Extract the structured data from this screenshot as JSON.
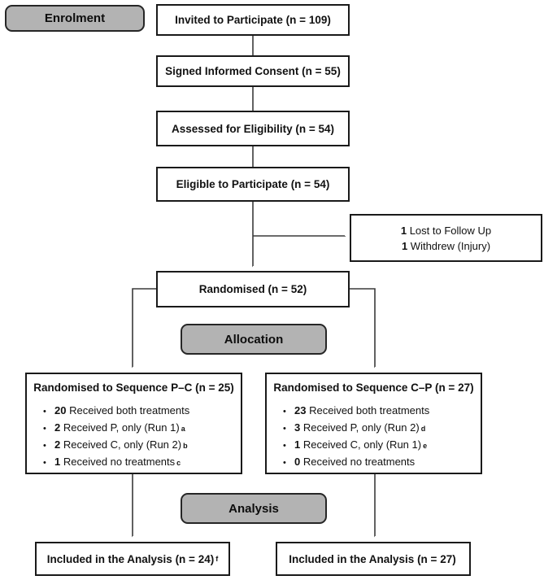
{
  "bullet_char": "•",
  "badges": {
    "enrolment": "Enrolment",
    "allocation": "Allocation",
    "analysis": "Analysis"
  },
  "flow": {
    "invited": "Invited to Participate (n = 109)",
    "consent": "Signed Informed Consent (n = 55)",
    "assessed": "Assessed for Eligibility (n = 54)",
    "eligible": "Eligible to Participate (n = 54)",
    "randomised": "Randomised (n = 52)"
  },
  "exclusions": {
    "lines": [
      {
        "num": "1",
        "text": " Lost to Follow Up"
      },
      {
        "num": "1",
        "text": " Withdrew (Injury)"
      }
    ]
  },
  "alloc_left": {
    "title": "Randomised to Sequence P–C (n = 25)",
    "bullets": [
      {
        "num": "20",
        "text": " Received both treatments",
        "sup": ""
      },
      {
        "num": "2",
        "text": " Received P, only (Run 1)",
        "sup": "a"
      },
      {
        "num": "2",
        "text": " Received C, only (Run 2)",
        "sup": "b"
      },
      {
        "num": "1",
        "text": " Received no treatments",
        "sup": "c"
      }
    ]
  },
  "alloc_right": {
    "title": "Randomised to Sequence C–P (n = 27)",
    "bullets": [
      {
        "num": "23",
        "text": " Received both treatments",
        "sup": ""
      },
      {
        "num": "3",
        "text": " Received P, only (Run 2)",
        "sup": "d"
      },
      {
        "num": "1",
        "text": " Received C, only (Run 1)",
        "sup": "e"
      },
      {
        "num": "0",
        "text": " Received no treatments",
        "sup": ""
      }
    ]
  },
  "analysis_left": {
    "label": "Included in the Analysis (n = 24)",
    "sup": "f"
  },
  "analysis_right": {
    "label": "Included in the Analysis (n = 27)",
    "sup": ""
  },
  "colors": {
    "badge_fill": "#b3b3b3",
    "box_border": "#1a1a1a",
    "line": "#3a3a3a",
    "background": "#ffffff"
  }
}
